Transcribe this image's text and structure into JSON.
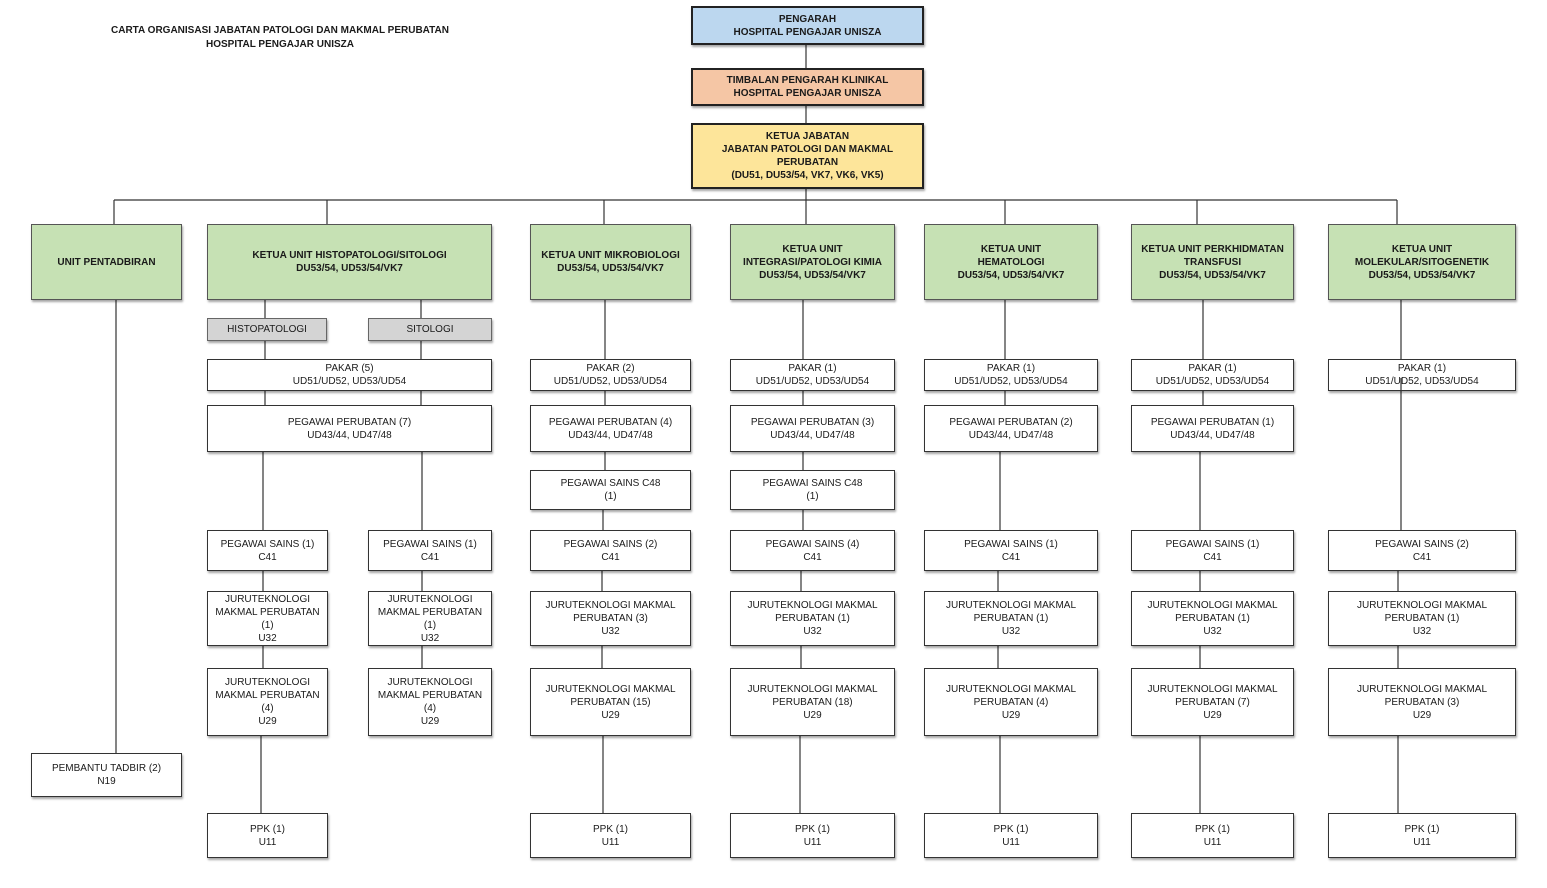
{
  "title": {
    "line1": "CARTA ORGANISASI JABATAN PATOLOGI DAN MAKMAL PERUBATAN",
    "line2": "HOSPITAL PENGAJAR UNISZA"
  },
  "colors": {
    "director": "#bcd7ef",
    "deputy": "#f5c6a5",
    "head": "#fde59a",
    "unit": "#c6e1b4",
    "section": "#d4d4d4",
    "line": "#333333"
  },
  "top": {
    "pengarah": [
      "PENGARAH",
      "HOSPITAL PENGAJAR UNISZA"
    ],
    "timbalan": [
      "TIMBALAN PENGARAH KLINIKAL",
      "HOSPITAL PENGAJAR UNISZA"
    ],
    "ketua": [
      "KETUA JABATAN",
      "JABATAN PATOLOGI DAN MAKMAL",
      "PERUBATAN",
      "(DU51, DU53/54, VK7, VK6, VK5)"
    ]
  },
  "units": {
    "pentadbiran": {
      "head": [
        "UNIT PENTADBIRAN"
      ],
      "staff": [
        "PEMBANTU TADBIR (2)",
        "N19"
      ]
    },
    "histo": {
      "head": [
        "KETUA UNIT HISTOPATOLOGI/SITOLOGI",
        "DU53/54, UD53/54/VK7"
      ],
      "sec1": [
        "HISTOPATOLOGI"
      ],
      "sec2": [
        "SITOLOGI"
      ],
      "pakar": [
        "PAKAR (5)",
        "UD51/UD52, UD53/UD54"
      ],
      "pegawai": [
        "PEGAWAI PERUBATAN (7)",
        "UD43/44, UD47/48"
      ],
      "sains1": [
        "PEGAWAI SAINS (1)",
        "C41"
      ],
      "sains2": [
        "PEGAWAI SAINS (1)",
        "C41"
      ],
      "jt32a": [
        "JURUTEKNOLOGI",
        "MAKMAL PERUBATAN",
        "(1)",
        "U32"
      ],
      "jt32b": [
        "JURUTEKNOLOGI",
        "MAKMAL PERUBATAN",
        "(1)",
        "U32"
      ],
      "jt29a": [
        "JURUTEKNOLOGI",
        "MAKMAL PERUBATAN",
        "(4)",
        "U29"
      ],
      "jt29b": [
        "JURUTEKNOLOGI",
        "MAKMAL PERUBATAN",
        "(4)",
        "U29"
      ],
      "ppk": [
        "PPK (1)",
        "U11"
      ]
    },
    "mikro": {
      "head": [
        "KETUA UNIT MIKROBIOLOGI",
        "DU53/54, UD53/54/VK7"
      ],
      "pakar": [
        "PAKAR (2)",
        "UD51/UD52, UD53/UD54"
      ],
      "pegawai": [
        "PEGAWAI PERUBATAN (4)",
        "UD43/44, UD47/48"
      ],
      "c48": [
        "PEGAWAI SAINS C48",
        "(1)"
      ],
      "sains": [
        "PEGAWAI SAINS (2)",
        "C41"
      ],
      "jt32": [
        "JURUTEKNOLOGI MAKMAL",
        "PERUBATAN (3)",
        "U32"
      ],
      "jt29": [
        "JURUTEKNOLOGI MAKMAL",
        "PERUBATAN (15)",
        "U29"
      ],
      "ppk": [
        "PPK (1)",
        "U11"
      ]
    },
    "kimia": {
      "head": [
        "KETUA UNIT",
        "INTEGRASI/PATOLOGI KIMIA",
        "DU53/54, UD53/54/VK7"
      ],
      "pakar": [
        "PAKAR (1)",
        "UD51/UD52, UD53/UD54"
      ],
      "pegawai": [
        "PEGAWAI PERUBATAN (3)",
        "UD43/44, UD47/48"
      ],
      "c48": [
        "PEGAWAI SAINS C48",
        "(1)"
      ],
      "sains": [
        "PEGAWAI SAINS (4)",
        "C41"
      ],
      "jt32": [
        "JURUTEKNOLOGI MAKMAL",
        "PERUBATAN (1)",
        "U32"
      ],
      "jt29": [
        "JURUTEKNOLOGI MAKMAL",
        "PERUBATAN (18)",
        "U29"
      ],
      "ppk": [
        "PPK (1)",
        "U11"
      ]
    },
    "hema": {
      "head": [
        "KETUA UNIT",
        "HEMATOLOGI",
        "DU53/54, UD53/54/VK7"
      ],
      "pakar": [
        "PAKAR (1)",
        "UD51/UD52, UD53/UD54"
      ],
      "pegawai": [
        "PEGAWAI PERUBATAN (2)",
        "UD43/44, UD47/48"
      ],
      "sains": [
        "PEGAWAI SAINS (1)",
        "C41"
      ],
      "jt32": [
        "JURUTEKNOLOGI MAKMAL",
        "PERUBATAN (1)",
        "U32"
      ],
      "jt29": [
        "JURUTEKNOLOGI MAKMAL",
        "PERUBATAN (4)",
        "U29"
      ],
      "ppk": [
        "PPK (1)",
        "U11"
      ]
    },
    "transfusi": {
      "head": [
        "KETUA UNIT PERKHIDMATAN",
        "TRANSFUSI",
        "DU53/54, UD53/54/VK7"
      ],
      "pakar": [
        "PAKAR (1)",
        "UD51/UD52, UD53/UD54"
      ],
      "pegawai": [
        "PEGAWAI PERUBATAN (1)",
        "UD43/44, UD47/48"
      ],
      "sains": [
        "PEGAWAI SAINS (1)",
        "C41"
      ],
      "jt32": [
        "JURUTEKNOLOGI MAKMAL",
        "PERUBATAN (1)",
        "U32"
      ],
      "jt29": [
        "JURUTEKNOLOGI MAKMAL",
        "PERUBATAN (7)",
        "U29"
      ],
      "ppk": [
        "PPK (1)",
        "U11"
      ]
    },
    "molekular": {
      "head": [
        "KETUA UNIT",
        "MOLEKULAR/SITOGENETIK",
        "DU53/54, UD53/54/VK7"
      ],
      "pakar": [
        "PAKAR (1)",
        "UD51/UD52, UD53/UD54"
      ],
      "sains": [
        "PEGAWAI SAINS (2)",
        "C41"
      ],
      "jt32": [
        "JURUTEKNOLOGI MAKMAL",
        "PERUBATAN (1)",
        "U32"
      ],
      "jt29": [
        "JURUTEKNOLOGI MAKMAL",
        "PERUBATAN (3)",
        "U29"
      ],
      "ppk": [
        "PPK (1)",
        "U11"
      ]
    }
  }
}
